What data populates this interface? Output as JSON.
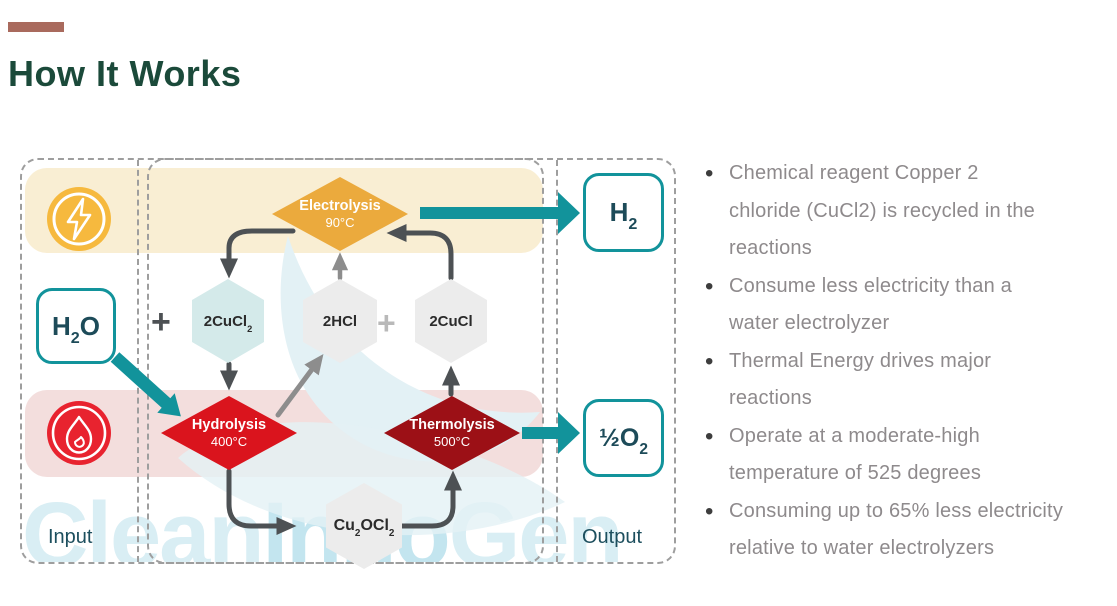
{
  "header": {
    "title": "How It Works"
  },
  "diagram": {
    "labels": {
      "input": "Input",
      "output": "Output"
    },
    "watermark": {
      "p1": "Clean",
      "p2": "Inno",
      "p3": "Gen"
    },
    "plus": "+",
    "nodes": {
      "electrolysis": {
        "name": "Electrolysis",
        "temp": "90°C"
      },
      "hydrolysis": {
        "name": "Hydrolysis",
        "temp": "400°C"
      },
      "thermolysis": {
        "name": "Thermolysis",
        "temp": "500°C"
      },
      "h2o": {
        "pre": "H",
        "sub": "2",
        "post": "O"
      },
      "h2": {
        "pre": "H",
        "sub": "2",
        "post": ""
      },
      "o2": {
        "pre": "½O",
        "sub": "2",
        "post": ""
      },
      "cucl2": {
        "pre": "2CuCl",
        "sub": "2",
        "post": ""
      },
      "hcl": {
        "pre": "2HCl",
        "sub": "",
        "post": ""
      },
      "cucl": {
        "pre": "2CuCl",
        "sub": "",
        "post": ""
      },
      "cu2ocl2": {
        "p1": "Cu",
        "s1": "2",
        "p2": "OCl",
        "s2": "2"
      }
    }
  },
  "bullets": {
    "items": [
      {
        "lines": [
          "Chemical reagent Copper 2",
          "chloride (CuCl2) is recycled in the",
          "reactions"
        ]
      },
      {
        "lines": [
          "Consume less electricity than a",
          "water electrolyzer"
        ]
      },
      {
        "lines": [
          "Thermal Energy drives major",
          "reactions"
        ]
      },
      {
        "lines": [
          "Operate at a moderate-high",
          "temperature of 525 degrees"
        ]
      },
      {
        "lines": [
          "Consuming up to 65% less electricity",
          "relative to water electrolyzers"
        ]
      }
    ]
  },
  "theme": {
    "bg": "#ffffff",
    "accent_bar": "#a96a5d",
    "heading": "#1b4a3a",
    "teal": "#12939b",
    "teal_text": "#1d4b59",
    "label_text": "#1d4f5e",
    "orange": "#ebaa3d",
    "yellow_icon": "#f6b93e",
    "band_yellow": "#f9eed3",
    "band_pink": "#f3dedd",
    "red": "#da141d",
    "red_icon": "#e8232f",
    "dark_red": "#9c1016",
    "hex_teal": "#d4eaea",
    "hex_gray": "#ececec",
    "arrow_dark": "#4d5154",
    "arrow_mid": "#8d8d8d",
    "dash": "#9e9e9e",
    "formula_text": "#2b2b2b",
    "bullet_text": "#8e8a8c",
    "bullet_dot": "#3d3d3d",
    "watermark_light": "#d9eef4",
    "watermark_mid": "#c3e5ef",
    "leaf": "#e3f1f5"
  }
}
